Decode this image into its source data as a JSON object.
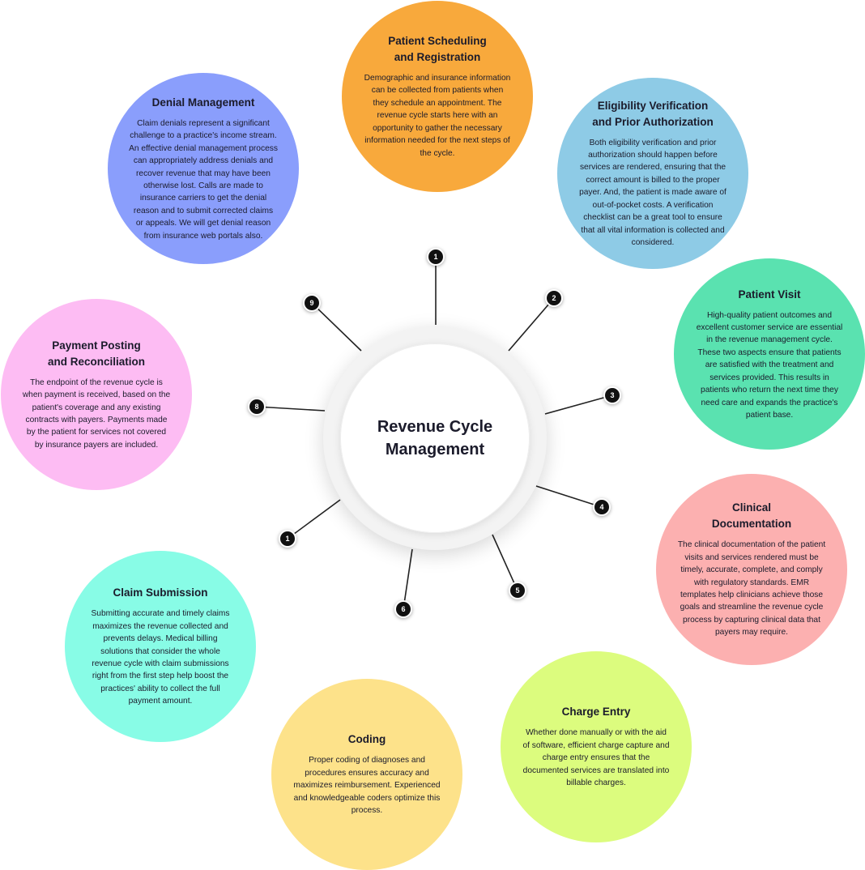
{
  "center": {
    "title": "Revenue Cycle\nManagement"
  },
  "markers": [
    "1",
    "2",
    "3",
    "4",
    "5",
    "6",
    "1",
    "8",
    "9"
  ],
  "steps": [
    {
      "title": "Patient Scheduling\nand Registration",
      "desc": "Demographic and insurance information can be collected from patients when they schedule an appointment. The revenue cycle starts here with an opportunity to gather the necessary information needed for the next steps of the cycle.",
      "color": "#f8a93c"
    },
    {
      "title": "Eligibility Verification\nand Prior Authorization",
      "desc": "Both eligibility verification and prior authorization should happen before services are rendered, ensuring that the correct amount is billed to the proper payer. And, the patient is made aware of out-of-pocket costs. A verification checklist can be a great tool to ensure that all vital information is collected and considered.",
      "color": "#8ecbe6"
    },
    {
      "title": "Patient Visit",
      "desc": "High-quality patient outcomes and excellent customer service are essential in the revenue management cycle. These two aspects ensure that patients are satisfied with the treatment and services provided. This results in patients who return the next time they need care and expands the practice's patient base.",
      "color": "#5ae2b0"
    },
    {
      "title": "Clinical\nDocumentation",
      "desc": "The clinical documentation of the patient visits and services rendered must be timely, accurate, complete, and comply with regulatory standards. EMR templates help clinicians achieve those goals and streamline the revenue cycle process by capturing clinical data that payers may require.",
      "color": "#fcb0b0"
    },
    {
      "title": "Charge Entry",
      "desc": "Whether done manually or with the aid of software, efficient charge capture and charge entry ensures that the documented services are translated into billable charges.",
      "color": "#dcfc7e"
    },
    {
      "title": "Coding",
      "desc": "Proper coding of diagnoses and procedures ensures accuracy and maximizes reimbursement. Experienced and knowledgeable coders optimize this process.",
      "color": "#fde28a"
    },
    {
      "title": "Claim Submission",
      "desc": "Submitting accurate and timely claims maximizes the revenue collected and prevents delays. Medical billing solutions that consider the whole revenue cycle with claim submissions right from the first step help boost the practices' ability to collect the full payment amount.",
      "color": "#88fce6"
    },
    {
      "title": "Payment Posting\nand Reconciliation",
      "desc": "The endpoint of the revenue cycle is when payment is received, based on the patient's coverage and any existing contracts with payers. Payments made by the patient for services not covered by insurance payers are included.",
      "color": "#fdbcf3"
    },
    {
      "title": "Denial Management",
      "desc": "Claim denials represent a significant challenge to a practice's income stream. An effective denial management process can appropriately address denials and recover revenue that may have been otherwise lost. Calls are made to insurance carriers to get the denial reason and to submit corrected claims or appeals. We will get denial reason from insurance web portals also.",
      "color": "#8a9efc"
    }
  ]
}
